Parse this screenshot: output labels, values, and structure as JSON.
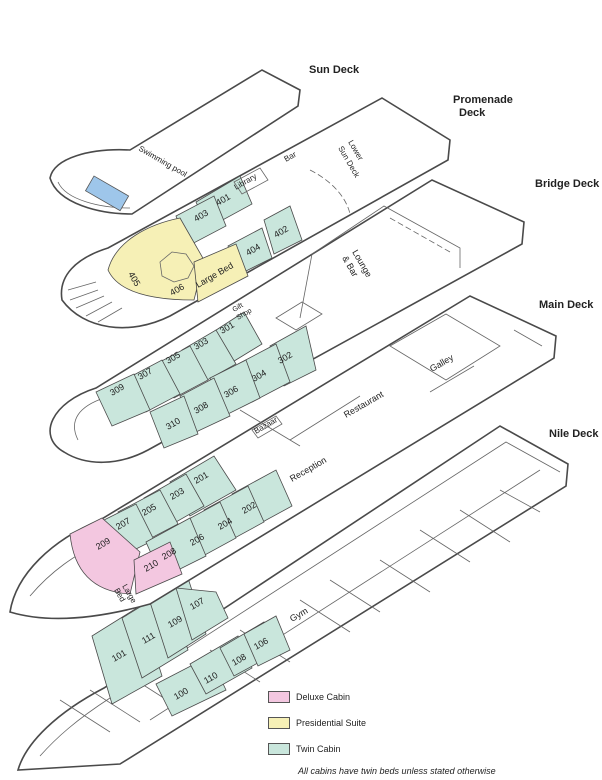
{
  "decks": [
    {
      "id": "sun",
      "title": "Sun Deck",
      "labels": [
        "Swimming pool"
      ]
    },
    {
      "id": "promenade",
      "title": "Promenade Deck",
      "labels": [
        "Bar",
        "Lower Sun Deck",
        "Library"
      ]
    },
    {
      "id": "bridge",
      "title": "Bridge Deck",
      "labels": [
        "Lounge & Bar",
        "Large Bed"
      ],
      "cabins": [
        "401",
        "402",
        "403",
        "404",
        "405",
        "406"
      ]
    },
    {
      "id": "main",
      "title": "Main Deck",
      "labels": [
        "Gift Shop",
        "Galley",
        "Restaurant",
        "Bazaar"
      ],
      "cabins": [
        "301",
        "302",
        "303",
        "304",
        "305",
        "306",
        "307",
        "308",
        "309",
        "310"
      ]
    },
    {
      "id": "nile",
      "title": "Nile Deck",
      "labels": [
        "Reception",
        "Large Bed",
        "Gym"
      ],
      "cabins": [
        "201",
        "202",
        "203",
        "204",
        "205",
        "206",
        "207",
        "208",
        "209",
        "210",
        "100",
        "101",
        "106",
        "107",
        "108",
        "109",
        "110",
        "111"
      ]
    }
  ],
  "deck_titles": {
    "sun": "Sun Deck",
    "promenade_1": "Promenade",
    "promenade_2": "Deck",
    "bridge": "Bridge Deck",
    "main": "Main Deck",
    "nile": "Nile Deck"
  },
  "room_labels": {
    "swimming_pool": "Swimming pool",
    "bar": "Bar",
    "lower_sun_deck_1": "Lower",
    "lower_sun_deck_2": "Sun Deck",
    "library": "Library",
    "lounge_1": "Lounge",
    "lounge_2": "& Bar",
    "large_bed_bridge": "Large Bed",
    "gift_1": "Gift",
    "gift_2": "Shop",
    "galley": "Galley",
    "restaurant": "Restaurant",
    "bazaar": "Bazaar",
    "reception": "Reception",
    "large_bed_nile_1": "Large",
    "large_bed_nile_2": "Bed",
    "gym": "Gym"
  },
  "cabin_numbers": {
    "c401": "401",
    "c402": "402",
    "c403": "403",
    "c404": "404",
    "c405": "405",
    "c406": "406",
    "c301": "301",
    "c302": "302",
    "c303": "303",
    "c304": "304",
    "c305": "305",
    "c306": "306",
    "c307": "307",
    "c308": "308",
    "c309": "309",
    "c310": "310",
    "c201": "201",
    "c202": "202",
    "c203": "203",
    "c204": "204",
    "c205": "205",
    "c206": "206",
    "c207": "207",
    "c208": "208",
    "c209": "209",
    "c210": "210",
    "c100": "100",
    "c101": "101",
    "c106": "106",
    "c107": "107",
    "c108": "108",
    "c109": "109",
    "c110": "110",
    "c111": "111"
  },
  "legend": [
    {
      "label": "Deluxe Cabin",
      "color": "#f3c7e0"
    },
    {
      "label": "Presidential Suite",
      "color": "#f6f0b6"
    },
    {
      "label": "Twin Cabin",
      "color": "#c9e6dc"
    }
  ],
  "footnote": "All cabins have twin beds unless stated otherwise",
  "colors": {
    "deluxe": "#f3c7e0",
    "presidential": "#f6f0b6",
    "twin": "#c9e6dc",
    "pool": "#9ec6ea"
  }
}
